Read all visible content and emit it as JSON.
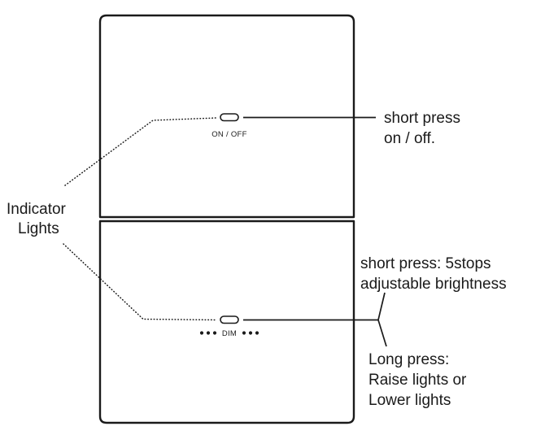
{
  "diagram": {
    "title": "Wall switch button operation diagram",
    "colors": {
      "stroke": "#1a1a1a",
      "background": "#ffffff",
      "panel_fill": "#ffffff"
    },
    "panel": {
      "top_button_label": "ON / OFF",
      "bottom_button_label": "DIM",
      "bottom_left_dots": 3,
      "bottom_right_dots": 3
    },
    "labels": {
      "indicator_lights_line1": "Indicator",
      "indicator_lights_line2": "Lights",
      "top_callout_line1": "short press",
      "top_callout_line2": "on / off.",
      "bottom_callout_upper_line1": "short press: 5stops",
      "bottom_callout_upper_line2": "adjustable brightness",
      "bottom_callout_lower_line1": "Long press:",
      "bottom_callout_lower_line2": "Raise lights or",
      "bottom_callout_lower_line3": "Lower lights"
    }
  }
}
